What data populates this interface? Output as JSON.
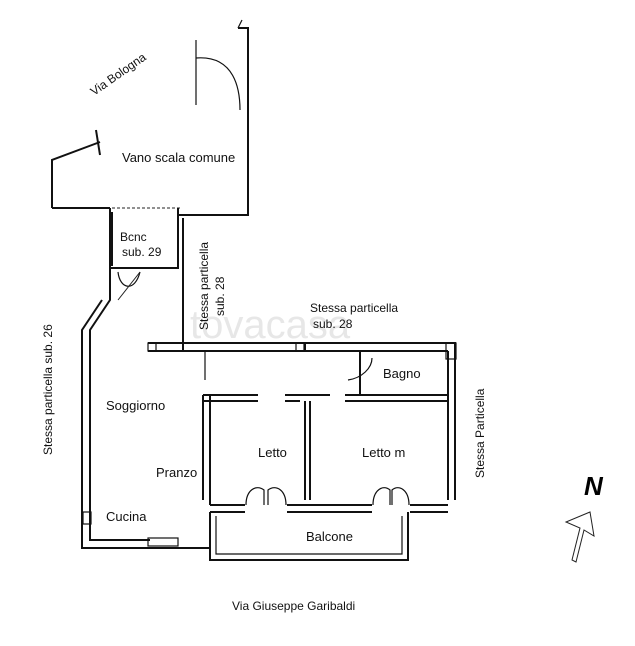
{
  "labels": {
    "via_bologna": "Via Bologna",
    "vano_scala": "Vano scala comune",
    "bcnc_line1": "Bcnc",
    "bcnc_line2": "sub. 29",
    "stessa_28_vert_line1": "Stessa particella",
    "stessa_28_vert_line2": "sub. 28",
    "stessa_28_horiz_line1": "Stessa particella",
    "stessa_28_horiz_line2": "sub. 28",
    "stessa_26": "Stessa particella sub. 26",
    "bagno": "Bagno",
    "soggiorno": "Soggiorno",
    "letto": "Letto",
    "letto_m": "Letto m",
    "pranzo": "Pranzo",
    "cucina": "Cucina",
    "balcone": "Balcone",
    "stessa_particella_right": "Stessa Particella",
    "via_garibaldi": "Via Giuseppe Garibaldi",
    "north": "N"
  },
  "watermark": "tovacasa",
  "colors": {
    "line": "#111111",
    "background": "#ffffff",
    "watermark": "#d8d8d8"
  }
}
